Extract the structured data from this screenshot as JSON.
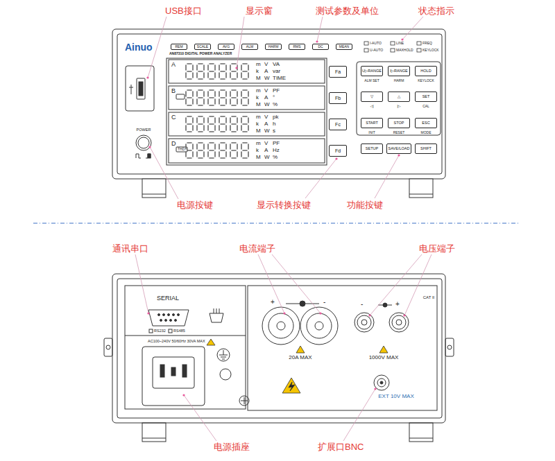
{
  "diagram": {
    "nodes": [
      {
        "text": [
          "REM"
        ]
      },
      {
        "text": [
          "SCALE"
        ]
      },
      {
        "text": [
          "AVG"
        ]
      },
      {
        "text": [
          "ALM"
        ]
      },
      {
        "text": [
          "HARM"
        ]
      },
      {
        "text": [
          "RMS"
        ]
      },
      {
        "text": [
          "DC"
        ]
      },
      {
        "text": [
          "MEAN"
        ]
      },
      {
        "text": [
          "Fa"
        ]
      },
      {
        "text": [
          "Fb"
        ]
      },
      {
        "text": [
          "Fc"
        ]
      },
      {
        "text": [
          "Fd"
        ]
      },
      {
        "text": [
          "U▷RANGE"
        ]
      },
      {
        "text": [
          "I▷RANGE"
        ]
      },
      {
        "text": [
          "HOLD"
        ]
      },
      {
        "text": [
          "▽"
        ]
      },
      {
        "text": [
          "△"
        ]
      },
      {
        "text": [
          "SET"
        ]
      },
      {
        "text": [
          "START"
        ]
      },
      {
        "text": [
          "STOP"
        ]
      },
      {
        "text": [
          "ESC"
        ]
      },
      {
        "text": [
          "SETUP"
        ]
      },
      {
        "text": [
          "SAVE/LOAD"
        ]
      },
      {
        "text": [
          "SHIFT"
        ]
      }
    ],
    "labels": [
      "USB接口",
      "显示窗",
      "测试参数及单位",
      "状态指示",
      "Ainuo",
      "AN87310 DIGITAL POWER ANALYZER",
      "I-AUTO",
      "LINE",
      "FREQ",
      "U-AUTO",
      "MAXHOLD",
      "KEYLOCK",
      "A",
      "m",
      "V",
      "VA",
      "k",
      "A",
      "var",
      "M",
      "W",
      "TIME",
      "B",
      "m",
      "V",
      "PF",
      "k",
      "A",
      "°",
      "M",
      "W",
      "%",
      "C",
      "m",
      "V",
      "pk",
      "k",
      "A",
      "h",
      "M",
      "W",
      "s",
      "D",
      "THD",
      "m",
      "V",
      "PF",
      "k",
      "A",
      "Hz",
      "M",
      "W",
      "%",
      "ALM SET",
      "HARM",
      "KEYLOCK",
      "◁|",
      "|▷",
      "CAL",
      "INIT",
      "RESET",
      "MODE",
      "POWER",
      "电源按键",
      "显示转换按键",
      "功能按键",
      "通讯串口",
      "电流端子",
      "电压端子",
      "SERIAL",
      "RS232",
      "RS485",
      "+",
      "-",
      "-",
      "+",
      "CAT II",
      "AC100~240V 50/60Hz 30VA MAX",
      "20A MAX",
      "1000V MAX",
      "EXT 10V MAX",
      "电源插座",
      "扩展口BNC"
    ]
  }
}
